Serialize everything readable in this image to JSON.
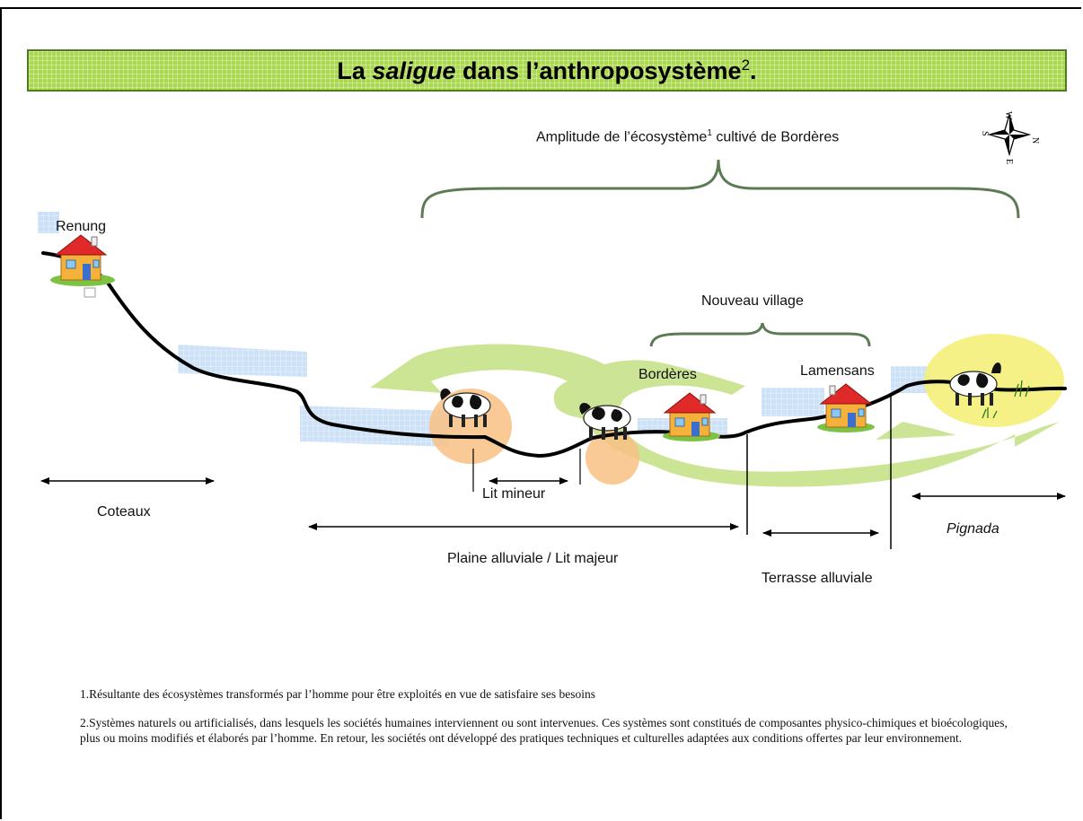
{
  "title": {
    "prefix": "La ",
    "italic": "saligue",
    "suffix": " dans l’anthroposystème",
    "sup": "2",
    "end": "."
  },
  "labels": {
    "amplitude_main": "Amplitude de l’écosystème",
    "amplitude_sup": "1",
    "amplitude_end": " cultivé de Bordères",
    "renung": "Renung",
    "nouveau_village": "Nouveau village",
    "borderes": "Bordères",
    "lamensans": "Lamensans",
    "lit_mineur": "Lit mineur",
    "coteaux": "Coteaux",
    "plaine": "Plaine alluviale / Lit majeur",
    "terrasse": "Terrasse alluviale",
    "pignada": "Pignada"
  },
  "compass": {
    "north": "N",
    "south": "S",
    "east": "E",
    "west": "W"
  },
  "notes": {
    "note1": "1.Résultante des écosystèmes transformés par l’homme pour être exploités en vue de satisfaire ses besoins",
    "note2": "2.Systèmes naturels ou artificialisés, dans lesquels les sociétés humaines interviennent ou sont intervenues. Ces systèmes sont constitués de composantes physico-chimiques et bioécologiques, plus ou moins modifiés et élaborés par l’homme. En retour, les sociétés ont développé des pratiques techniques et culturelles adaptées aux conditions offertes par leur environnement."
  },
  "colors": {
    "banner_green": "#a9d84f",
    "arrow_green": "#c6e28a",
    "river_blue": "#bcd8f5",
    "orange_zone": "#f8c184",
    "yellow_zone": "#f4f07a"
  }
}
